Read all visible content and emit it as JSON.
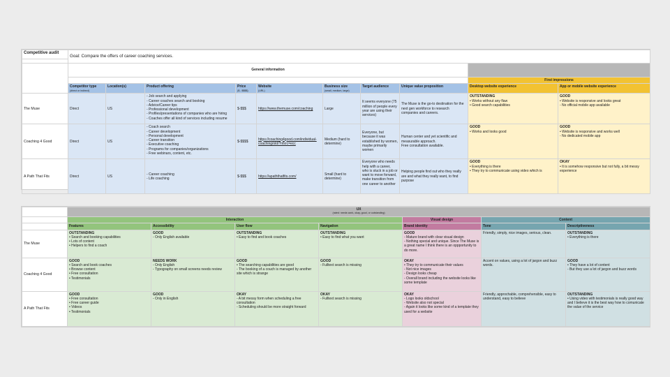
{
  "audit": {
    "title": "Competitive audit",
    "goal": "Goal: Compare the offers of career coaching services.",
    "section_general": "General information",
    "section_first": "First impressions",
    "columns": {
      "competitor_type": "Competitor type",
      "competitor_type_sub": "(direct or indirect)",
      "locations": "Location(s)",
      "product": "Product offering",
      "price": "Price",
      "price_sub": "($ - $$$$)",
      "website": "Website",
      "website_sub": "(URL)",
      "size": "Business size",
      "size_sub": "(small, medium, large)",
      "audience": "Target audience",
      "uvp": "Unique value proposition",
      "desktop": "Desktop website experience",
      "mobile": "App or mobile website experience"
    },
    "rows": [
      {
        "name": "The Muse",
        "type": "Direct",
        "location": "US",
        "product": "- Job search and applying\n- Career coaches search and booking\n- Advice/Career tips\n- Professional development\n- Profiles/presentations of companies who are hiring\n- Coaches offer all kind of services including resume",
        "price": "$-$$$",
        "website": "https://www.themuse.com/coaching",
        "size": "Large",
        "audience": "It seems everyone (75 million of people every year are using their services)",
        "uvp": "The Muse is the go-to destination for the next gen workforce to research companies and careers.",
        "desktop_rating": "OUTSTANDING",
        "desktop": "• Works without any flaw\n• Good search capabilities",
        "mobile_rating": "GOOD",
        "mobile": "• Website is responsive and looks great\n- No official mobile app available"
      },
      {
        "name": "Coaching 4 Good",
        "type": "Direct",
        "location": "US",
        "product": "- Coach search\n- Career development\n- Personal development\n- Career transition\n- Executive coaching\n- Programs for companies/organizations\n- Free webinars, content, etc.",
        "price": "$-$$$$",
        "website": "https://coaching4good.com/individual-coaching/old/?nfsrc=ecc",
        "size": "Medium (hard to determine)",
        "audience": "Everyone, but because it was established by women, maybe primarily women",
        "uvp": "Human center and yet scientific and measurable approach.\nFree consultation available.",
        "desktop_rating": "GOOD",
        "desktop": "• Works and looks good",
        "mobile_rating": "GOOD",
        "mobile": "• Website is responsive and works well\n- No dedicated mobile app"
      },
      {
        "name": "A Path That Fits",
        "type": "Direct",
        "location": "US",
        "product": "- Career coaching\n- Life coaching",
        "price": "$-$$$",
        "website": "https://apaththatfits.com/",
        "size": "Small (hard to determine)",
        "audience": "Everyone who needs help with a career, who is stuck in a job or want to move forward, make transition from one career to another",
        "uvp": "Helping people find out who they really are and what they really want, to find purpose",
        "desktop_rating": "GOOD",
        "desktop": "• Everything is there\n• They try to communicate using video which is",
        "mobile_rating": "OKAY",
        "mobile": "• It is somehow responsive but not fully, a bit messy experience"
      }
    ]
  },
  "ux": {
    "title": "UX",
    "subtitle": "(rated: needs work, okay, good, or outstanding)",
    "section_interaction": "Interaction",
    "section_visual": "Visual design",
    "section_content": "Content",
    "columns": {
      "features": "Features",
      "accessibility": "Accessibility",
      "userflow": "User flow",
      "navigation": "Navigation",
      "brand": "Brand identity",
      "tone": "Tone",
      "descriptiveness": "Descriptiveness"
    },
    "rows": [
      {
        "name": "The Muse",
        "features_rating": "OUTSTANDING",
        "features": "• Search and booking capabilities\n• Lots of content\n• Helpers to find a coach",
        "access_rating": "GOOD",
        "access": "- Only English available",
        "flow_rating": "OUTSTANDING",
        "flow": "• Easy to find and book coaches",
        "nav_rating": "OUTSTANDING",
        "nav": "• Easy to find what you want",
        "brand_rating": "GOOD",
        "brand": "- Mature brand with clear visual design\n- Nothing special and unique. Since The Muse is a great name I think there is an oppportunity to do more.",
        "tone": "Friendly, simply, nice images, serious, clean.",
        "desc_rating": "OUTSTANDING",
        "desc": "• Everything is there"
      },
      {
        "name": "Coaching 4 Good",
        "features_rating": "GOOD",
        "features": "• Search and book coaches\n• Browse content\n• Free consultation\n• Testimonials",
        "access_rating": "NEEDS WORK",
        "access": "- Only English\n- Typography on small screens needs review",
        "flow_rating": "GOOD",
        "flow": "• The searching capabilities are good\n- The booking of a couch is managed by another site which is strange",
        "nav_rating": "GOOD",
        "nav": "- Fulltext search is missing",
        "brand_rating": "OKAY",
        "brand": "• They try to communicate their values\n- Not nice images\n- Design looks cheap\n- Overall brand including the website looks like some template",
        "tone": "Accent on values, using a lot of jargon and buzz words.",
        "desc_rating": "GOOD",
        "desc": "• They have a lot of content\n- But they use a lot of jargon and buzz words"
      },
      {
        "name": "A Path That Fits",
        "features_rating": "GOOD",
        "features": "• Free consultation\n• Free career guide\n• Videos\n• Testimonials",
        "access_rating": "GOOD",
        "access": "- Only in English",
        "flow_rating": "OKAY",
        "flow": "- A bit messy form when scheduling a free consultation\n- Scheduling should be more straight forward",
        "nav_rating": "OKAY",
        "nav": "- Fulltext search is missing",
        "brand_rating": "OKAY",
        "brand": "- Logo looks oldschool\n- Website also not special\n- Again it looks like some kind of a template they used for a website",
        "tone": "Friendly, approchable, comprehensible, easy to understand, easy to believe",
        "desc_rating": "OUTSTANDING",
        "desc": "• Using video with testimonials is really good way and I believe it is the best way how to comunicate the value of the service"
      }
    ]
  }
}
